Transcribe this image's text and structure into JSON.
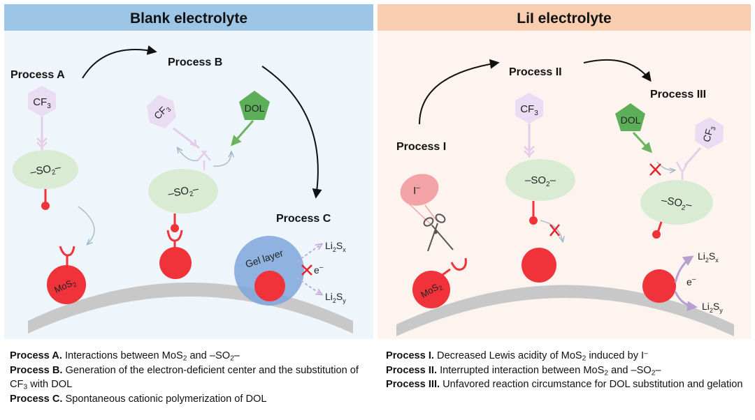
{
  "panels": {
    "left": {
      "title": "Blank electrolyte"
    },
    "right": {
      "title": "LiI electrolyte"
    }
  },
  "labels": {
    "process_a": "Process A",
    "process_b": "Process B",
    "process_c": "Process C",
    "process_i": "Process I",
    "process_ii": "Process II",
    "process_iii": "Process III",
    "cf3": "CF",
    "cf3_sub": "3",
    "dol": "DOL",
    "so2_pre": "–SO",
    "so2_sub": "2",
    "so2_post": "–",
    "mos2": "MoS",
    "mos2_sub": "2",
    "gel_layer": "Gel layer",
    "electron": "e",
    "electron_sup": "–",
    "iodide": "I",
    "iodide_sup": "–",
    "li2sx": "Li",
    "li2sx_sub1": "2",
    "li2sx_s": "S",
    "li2sx_sub2": "x",
    "li2sy": "Li",
    "li2sy_sub1": "2",
    "li2sy_s": "S",
    "li2sy_sub2": "y"
  },
  "legend": {
    "left": [
      {
        "name": "Process A.",
        "parts": [
          " Interactions between MoS",
          "2",
          " and –SO",
          "2",
          "–"
        ]
      },
      {
        "name": "Process B.",
        "parts": [
          " Generation of the electron-deficient center and the substitution of CF",
          "3",
          " with DOL"
        ]
      },
      {
        "name": "Process C.",
        "parts": [
          " Spontaneous cationic polymerization of DOL"
        ]
      }
    ],
    "right": [
      {
        "name": "Process I.",
        "parts": [
          " Decreased Lewis acidity of MoS",
          "2",
          " induced by I",
          "–"
        ]
      },
      {
        "name": "Process II.",
        "parts": [
          " Interrupted interaction between MoS",
          "2",
          " and –SO",
          "2",
          "–"
        ]
      },
      {
        "name": "Process III.",
        "parts": [
          " Unfavored reaction circumstance for DOL substitution and gelation"
        ]
      }
    ]
  },
  "colors": {
    "left_header": "#9dc6e6",
    "left_bg": "#eef5fb",
    "right_header": "#f9cdb0",
    "right_bg": "#fdf3ef",
    "red": "#f0323b",
    "green_ellipse": "#d9ecd3",
    "purple_hex": "#eadcf3",
    "dol_green": "#5cae58",
    "gel_blue": "#7ea6da",
    "grey_arc": "#c8c8c8"
  }
}
